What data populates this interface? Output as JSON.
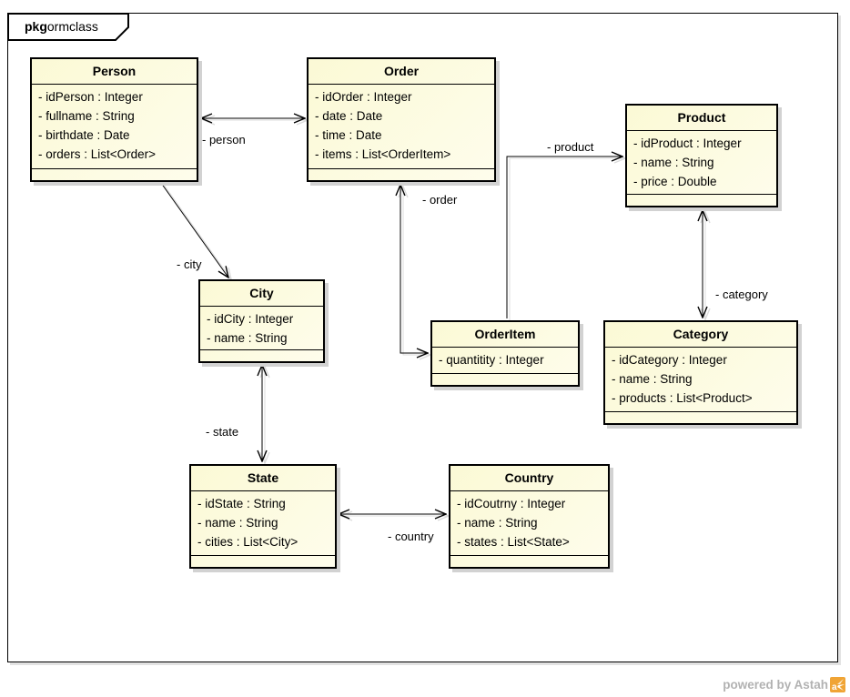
{
  "frame": {
    "keyword": "pkg",
    "name": "ormclass"
  },
  "classes": [
    {
      "name": "Person",
      "attributes": [
        "- idPerson : Integer",
        "- fullname : String",
        "- birthdate : Date",
        "- orders : List<Order>"
      ]
    },
    {
      "name": "Order",
      "attributes": [
        "- idOrder : Integer",
        "- date : Date",
        "- time : Date",
        "- items : List<OrderItem>"
      ]
    },
    {
      "name": "Product",
      "attributes": [
        "- idProduct : Integer",
        "- name : String",
        "- price : Double"
      ]
    },
    {
      "name": "City",
      "attributes": [
        "- idCity : Integer",
        "- name : String"
      ]
    },
    {
      "name": "OrderItem",
      "attributes": [
        "- quantitity : Integer"
      ]
    },
    {
      "name": "Category",
      "attributes": [
        "- idCategory : Integer",
        "- name : String",
        "- products : List<Product>"
      ]
    },
    {
      "name": "State",
      "attributes": [
        "- idState : String",
        "- name : String",
        "- cities : List<City>"
      ]
    },
    {
      "name": "Country",
      "attributes": [
        "- idCoutrny : Integer",
        "- name : String",
        "- states : List<State>"
      ]
    }
  ],
  "associations": [
    {
      "label": "- person"
    },
    {
      "label": "- city"
    },
    {
      "label": "- order"
    },
    {
      "label": "- product"
    },
    {
      "label": "- category"
    },
    {
      "label": "- state"
    },
    {
      "label": "- country"
    }
  ],
  "footer": {
    "credit": "powered by Astah",
    "logo_icon": "astah-logo"
  },
  "colors": {
    "class_fill": "#FEFDEC",
    "class_fill_dark": "#FBF9D5",
    "border": "#000000",
    "shadow": "#D2D2D2",
    "line_shadow": "#DCDCDC",
    "credit_gray": "#B2B2B2",
    "astah_orange": "#F0A435"
  }
}
